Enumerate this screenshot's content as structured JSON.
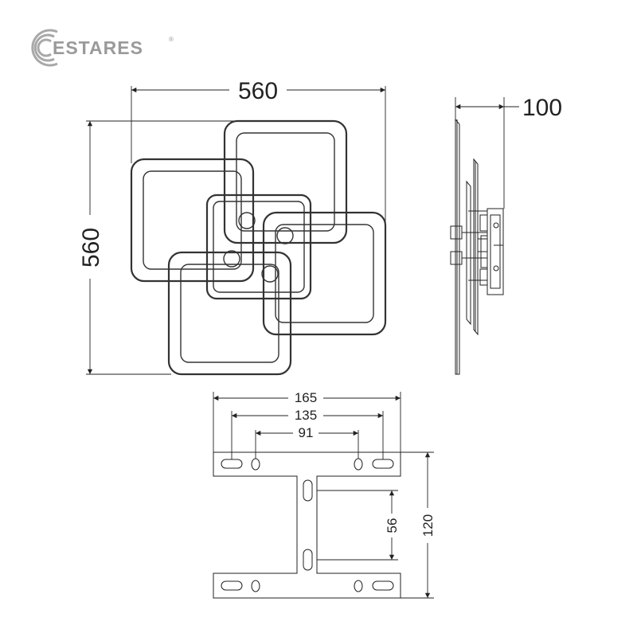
{
  "brand": {
    "name": "ESTARES",
    "mark": "®",
    "color": "#9a9a9a"
  },
  "drawing": {
    "line_color": "#222222",
    "front_view": {
      "width_label": "560",
      "height_label": "560"
    },
    "side_view": {
      "depth_label": "100"
    },
    "bracket": {
      "overall_width_label": "165",
      "slot_spacing_label": "135",
      "hole_spacing_label": "91",
      "height_label": "120",
      "center_slot_spacing_label": "56"
    }
  }
}
